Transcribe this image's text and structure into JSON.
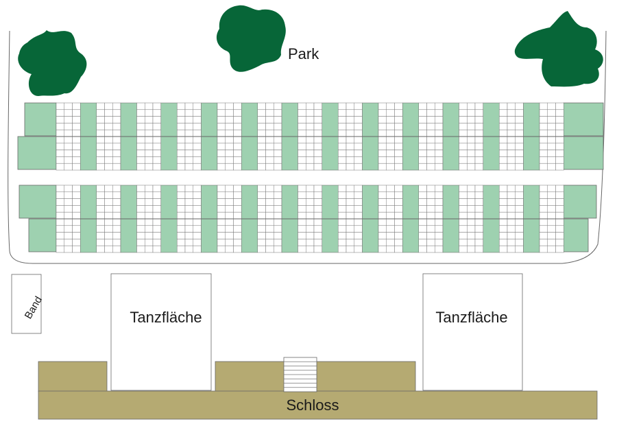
{
  "labels": {
    "park": "Park",
    "band": "Band",
    "dance_floor_left": "Tanzfläche",
    "dance_floor_right": "Tanzfläche",
    "castle": "Schloss"
  },
  "seating": {
    "upper_block": {
      "table_rows": 2,
      "seats_per_column": 10,
      "long_tables": 13
    },
    "lower_block": {
      "table_rows": 2,
      "seats_per_column": 10,
      "long_tables": 13
    }
  },
  "colors": {
    "tree": "#076638",
    "table": "#9ed1b0",
    "castle": "#b5aa72",
    "outline": "#555555"
  }
}
